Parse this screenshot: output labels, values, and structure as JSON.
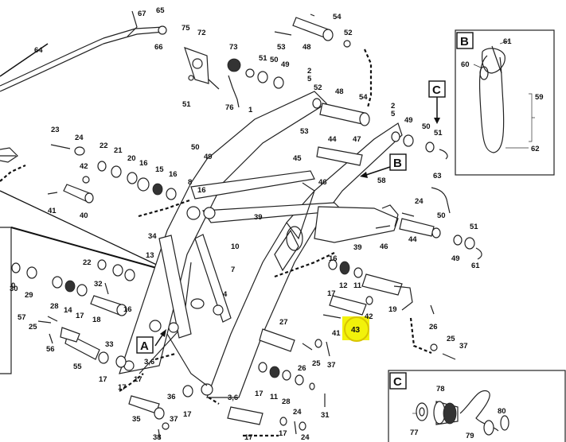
{
  "callouts": {
    "c1": "1",
    "c2": "2",
    "c3": "3",
    "c4": "4",
    "c5": "5",
    "c7": "7",
    "c8": "8",
    "c10": "10",
    "c11": "11",
    "c12": "12",
    "c13": "13",
    "c14": "14",
    "c15": "15",
    "c16": "16",
    "c17": "17",
    "c18": "18",
    "c19": "19",
    "c20": "20",
    "c21": "21",
    "c22": "22",
    "c23": "23",
    "c24": "24",
    "c25": "25",
    "c26": "26",
    "c27": "27",
    "c28": "28",
    "c29": "29",
    "c30": "30",
    "c31": "31",
    "c32": "32",
    "c33": "33",
    "c34": "34",
    "c35": "35",
    "c36": "36",
    "c36b": "3,6",
    "c37": "37",
    "c38": "38",
    "c39": "39",
    "c40": "40",
    "c41": "41",
    "c42": "42",
    "c43": "43",
    "c44": "44",
    "c45": "45",
    "c46": "46",
    "c47": "47",
    "c48": "48",
    "c49": "49",
    "c50": "50",
    "c51": "51",
    "c52": "52",
    "c53": "53",
    "c54": "54",
    "c55": "55",
    "c56": "56",
    "c57": "57",
    "c58": "58",
    "c59": "59",
    "c60": "60",
    "c61": "61",
    "c62": "62",
    "c63": "63",
    "c64": "64",
    "c65": "65",
    "c66": "66",
    "c67": "67",
    "c72": "72",
    "c73": "73",
    "c75": "75",
    "c76": "76",
    "c77": "77",
    "c78": "78",
    "c79": "79",
    "c80": "80",
    "c2b": "2",
    "c5b": "5"
  },
  "insets": {
    "a": "A",
    "b": "B",
    "c": "C"
  },
  "highlight": {
    "label": "43",
    "color": "#f2f20a",
    "ring": "#d8c400"
  }
}
